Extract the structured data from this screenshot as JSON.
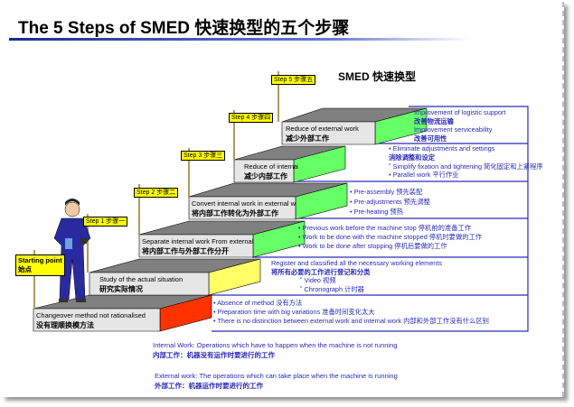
{
  "title": "The 5 Steps of SMED  快速换型的五个步骤",
  "diagram_title": "SMED 快速换型",
  "starting_point": {
    "en": "Starting point",
    "cn": "始点"
  },
  "steps": [
    {
      "flag": "Step 1 步骤一",
      "en": "Study of the actual situation",
      "cn": "研究实际情况"
    },
    {
      "flag": "Step 2 步骤二",
      "en": "Separate internal work From external",
      "cn": "将内部工作与外部工作分开"
    },
    {
      "flag": "Step 3 步骤三",
      "en": "Convert internal work in external work",
      "cn": "将内部工作转化为外部工作"
    },
    {
      "flag": "Step 4 步骤四",
      "en": "Reduce of internal work",
      "cn": "减少内部工作"
    },
    {
      "flag": "Step 5 步骤五",
      "en": "Reduce of external work",
      "cn": "减少外部工作"
    }
  ],
  "base": {
    "en": "Changeover method not rationalised",
    "cn": "没有理顺换模方法"
  },
  "details": {
    "d0": [
      "• Absence of method  没有方法",
      "• Preparation time with big variations  准备时间变化太大",
      "• There is no distinction between external work and internal work  内部和外部工作没有什么区别"
    ],
    "d1": [
      "Register and classified all the necessary working elements",
      "将所有必要的工作进行登记和分类",
      "˚ Video  视频",
      "˚ Chronograph  计时器"
    ],
    "d2": [
      "• Previous work before the machine stop 停机前的准备工作",
      "• Work to be done with the machine stopped 停机时要做的工作",
      "• Work to be done after stopping 停机后要做的工作"
    ],
    "d3": [
      "• Pre-assembly  预先装配",
      "• Pre-adjustments  预先调整",
      "• Pre-heating  预热"
    ],
    "d4": [
      "•  Eliminate adjustments and settings",
      "    消除调整和设定",
      "˚ Simplify fixation and tightening 简化固定和上紧程序",
      "•  Parallel work  平行作业"
    ],
    "d5": [
      "Improvement of logistic support",
      "改善物流运输",
      "Improvement serviceability",
      "改善可用性"
    ]
  },
  "notes": {
    "internal_en": "Internal Work: Operations which have to happen when the machine is not running",
    "internal_cn": "内部工作：机器没有运作时要进行的工作",
    "external_en": "External work: The operations which can take place when the machine is running",
    "external_cn": "外部工作：机器运作时要进行的工作"
  },
  "colors": {
    "red": "#ff3300",
    "yellow": "#ffff66",
    "green": "#66ff66",
    "top": "#808080",
    "front": "#e6e6e6",
    "text_blue": "#2a2ab8"
  }
}
